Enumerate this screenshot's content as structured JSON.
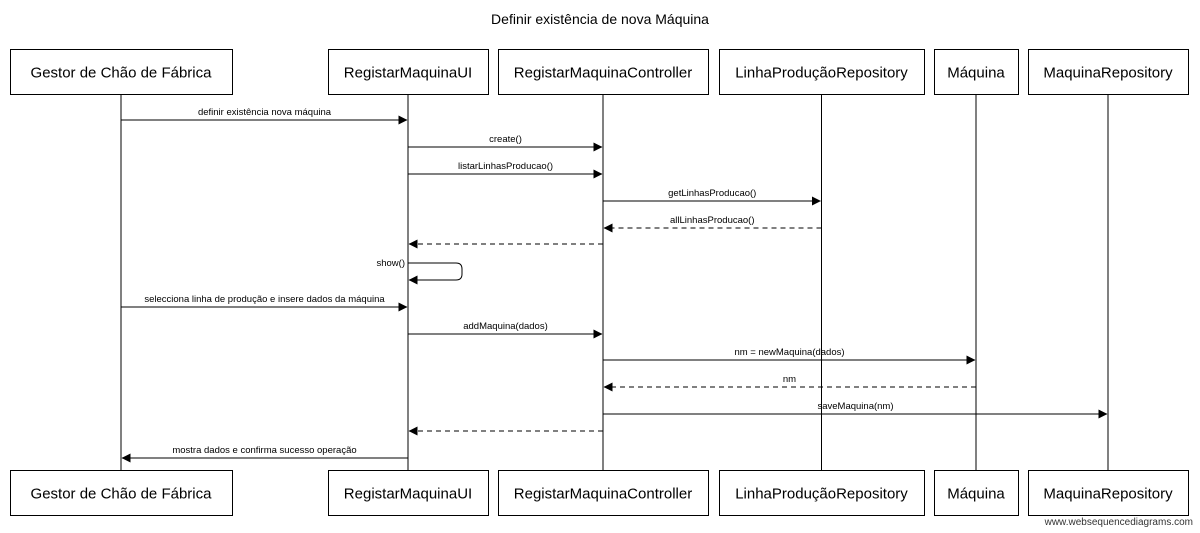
{
  "title": "Definir existência de nova Máquina",
  "footer": "www.websequencediagrams.com",
  "participants": [
    {
      "id": "gestor",
      "label": "Gestor de Chão de Fábrica"
    },
    {
      "id": "ui",
      "label": "RegistarMaquinaUI"
    },
    {
      "id": "controller",
      "label": "RegistarMaquinaController"
    },
    {
      "id": "linharepo",
      "label": "LinhaProduçãoRepository"
    },
    {
      "id": "maquina",
      "label": "Máquina"
    },
    {
      "id": "maquinarepo",
      "label": "MaquinaRepository"
    }
  ],
  "messages": [
    {
      "from": "gestor",
      "to": "ui",
      "label": "definir existência nova máquina",
      "kind": "sync"
    },
    {
      "from": "ui",
      "to": "controller",
      "label": "create()",
      "kind": "sync"
    },
    {
      "from": "ui",
      "to": "controller",
      "label": "listarLinhasProducao()",
      "kind": "sync"
    },
    {
      "from": "controller",
      "to": "linharepo",
      "label": "getLinhasProducao()",
      "kind": "sync"
    },
    {
      "from": "linharepo",
      "to": "controller",
      "label": "allLinhasProducao()",
      "kind": "return"
    },
    {
      "from": "controller",
      "to": "ui",
      "label": "",
      "kind": "return"
    },
    {
      "from": "ui",
      "to": "ui",
      "label": "show()",
      "kind": "self"
    },
    {
      "from": "gestor",
      "to": "ui",
      "label": "selecciona linha de produção e insere dados da máquina",
      "kind": "sync"
    },
    {
      "from": "ui",
      "to": "controller",
      "label": "addMaquina(dados)",
      "kind": "sync"
    },
    {
      "from": "controller",
      "to": "maquina",
      "label": "nm = newMaquina(dados)",
      "kind": "sync"
    },
    {
      "from": "maquina",
      "to": "controller",
      "label": "nm",
      "kind": "return"
    },
    {
      "from": "controller",
      "to": "maquinarepo",
      "label": "saveMaquina(nm)",
      "kind": "sync"
    },
    {
      "from": "controller",
      "to": "ui",
      "label": "",
      "kind": "return"
    },
    {
      "from": "ui",
      "to": "gestor",
      "label": "mostra dados e confirma sucesso operação",
      "kind": "sync"
    }
  ]
}
